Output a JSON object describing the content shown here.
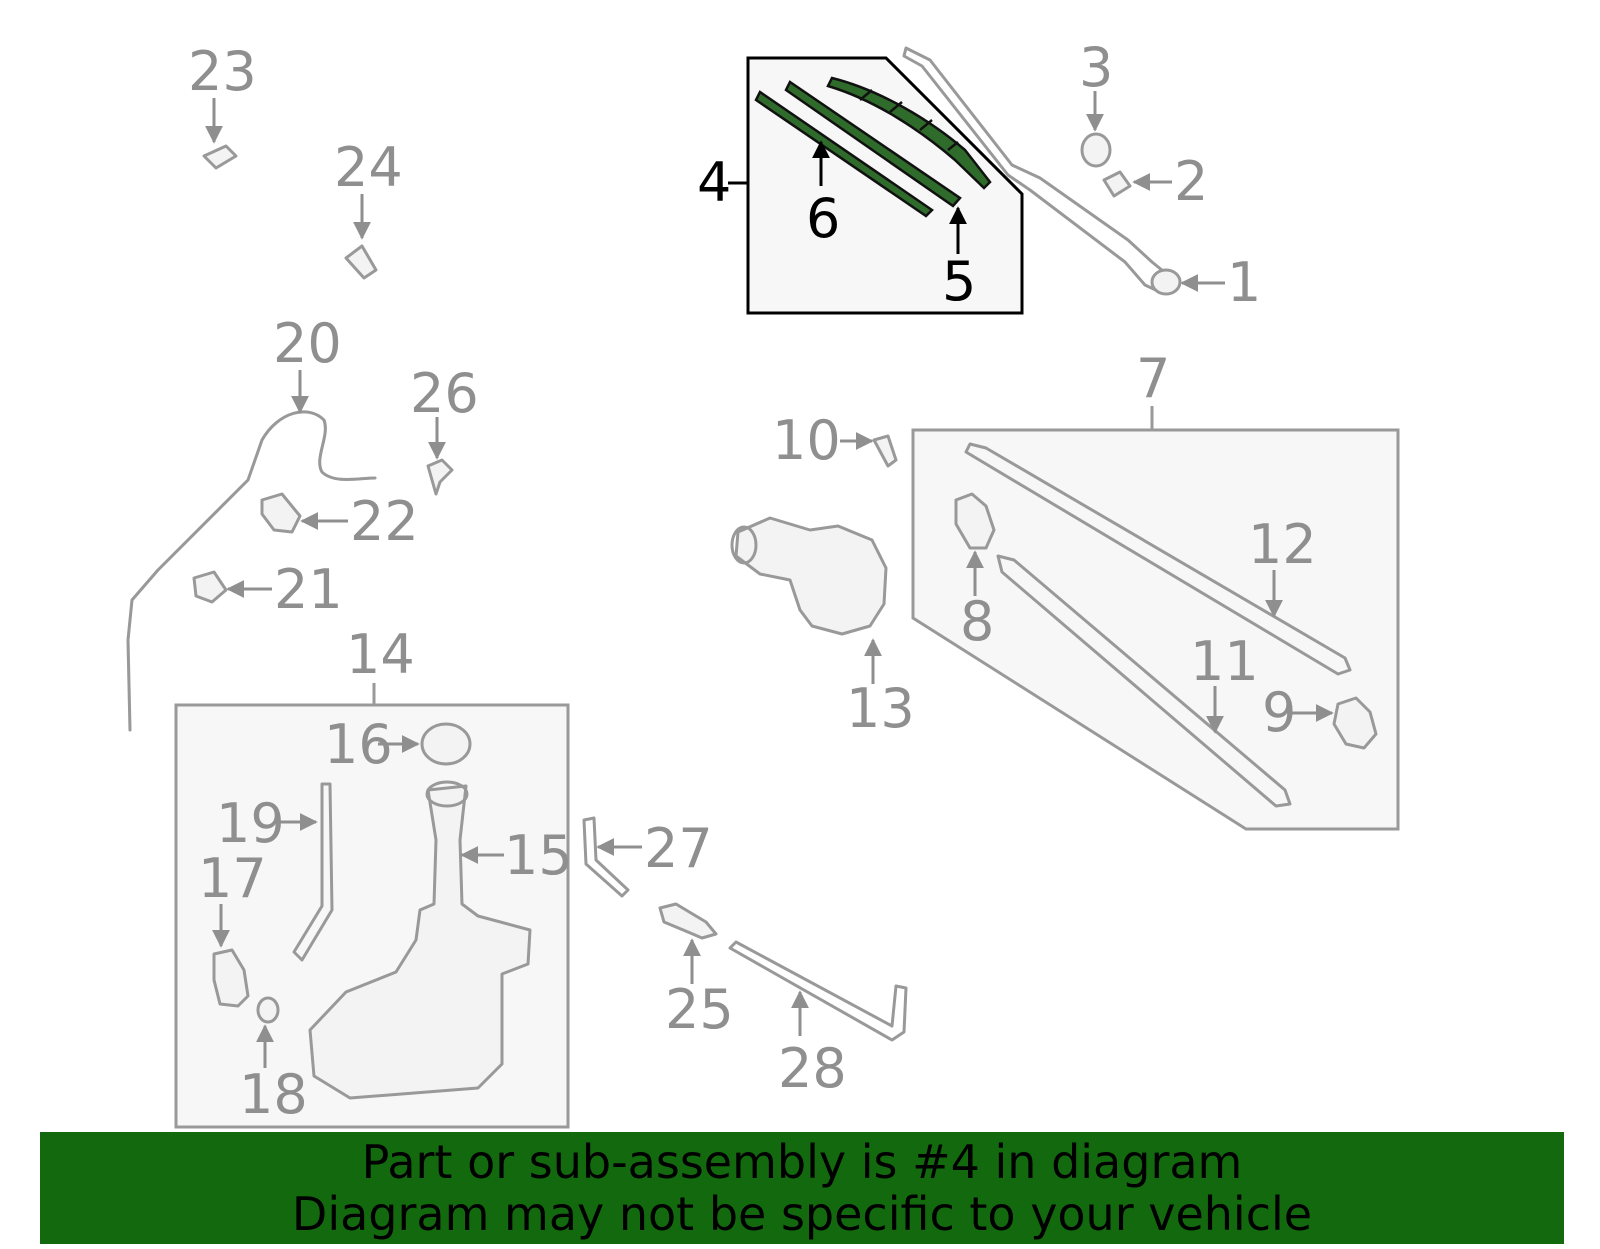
{
  "colors": {
    "accent_green": "#136a0e",
    "highlight_part_fill": "#2f6b2a",
    "part_gray": "#999999",
    "label_gray": "#8f8f8f",
    "box_fill": "#f7f7f7"
  },
  "callouts": {
    "c1": "1",
    "c2": "2",
    "c3": "3",
    "c4": "4",
    "c5": "5",
    "c6": "6",
    "c7": "7",
    "c8": "8",
    "c9": "9",
    "c10": "10",
    "c11": "11",
    "c12": "12",
    "c13": "13",
    "c14": "14",
    "c15": "15",
    "c16": "16",
    "c17": "17",
    "c18": "18",
    "c19": "19",
    "c20": "20",
    "c21": "21",
    "c22": "22",
    "c23": "23",
    "c24": "24",
    "c25": "25",
    "c26": "26",
    "c27": "27",
    "c28": "28"
  },
  "highlighted_part": "4",
  "banner": {
    "line1": "Part or sub-assembly is #4 in diagram",
    "line2": "Diagram may not be specific to your vehicle"
  }
}
